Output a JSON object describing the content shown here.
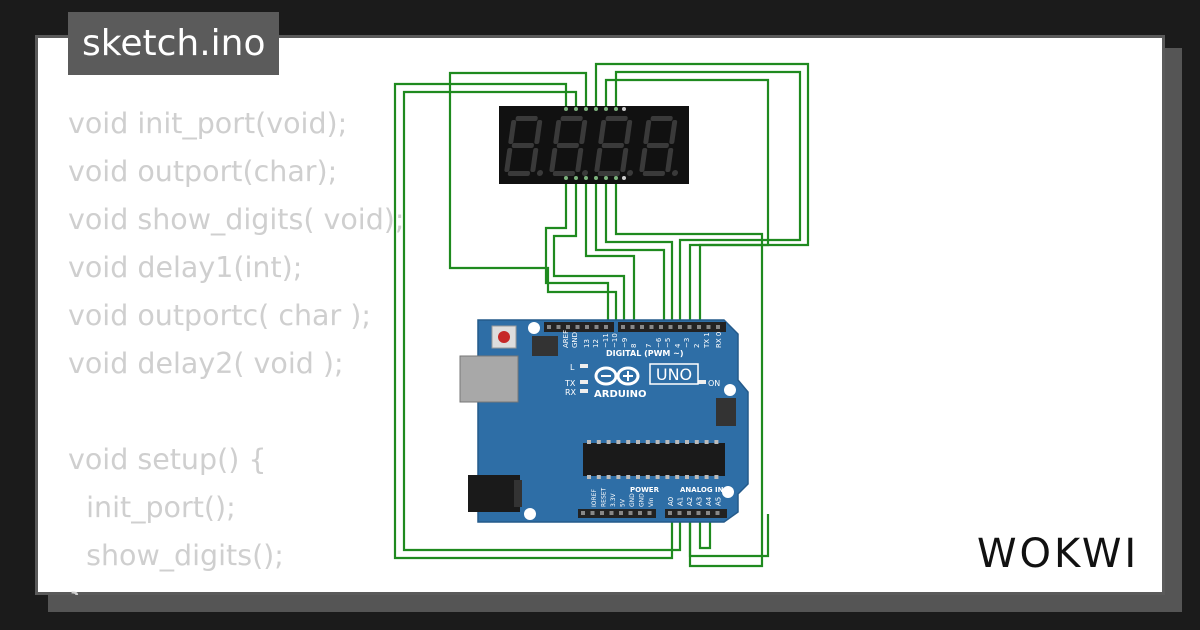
{
  "title": {
    "filename": "sketch.ino"
  },
  "code_lines": [
    "void init_port(void);",
    "void outport(char);",
    "void show_digits( void);",
    "void delay1(int);",
    "void outportc( char );",
    "void delay2( void );",
    "",
    "void setup() {",
    "  init_port();",
    "  show_digits();",
    "}"
  ],
  "brand": {
    "name": "WOKWI"
  },
  "display": {
    "digit_count": 4,
    "segment_color": "#3a3a3a",
    "body_color": "#111111"
  },
  "board": {
    "model": "UNO",
    "brand": "ARDUINO",
    "label_digital": "DIGITAL (PWM ~)",
    "label_power": "POWER",
    "label_analog": "ANALOG IN",
    "label_on": "ON",
    "label_l": "L",
    "label_tx": "TX",
    "label_rx": "RX",
    "top_pins": [
      "AREF",
      "GND",
      "13",
      "12",
      "~11",
      "~10",
      "~9",
      "8",
      "7",
      "~6",
      "~5",
      "4",
      "~3",
      "2",
      "TX 1",
      "RX 0"
    ],
    "power_pins": [
      "IOREF",
      "RESET",
      "3.3V",
      "5V",
      "GND",
      "GND",
      "Vin"
    ],
    "analog_pins": [
      "A0",
      "A1",
      "A2",
      "A3",
      "A4",
      "A5"
    ],
    "board_color": "#2e6ea6",
    "wire_color": "#1f8a1f"
  }
}
